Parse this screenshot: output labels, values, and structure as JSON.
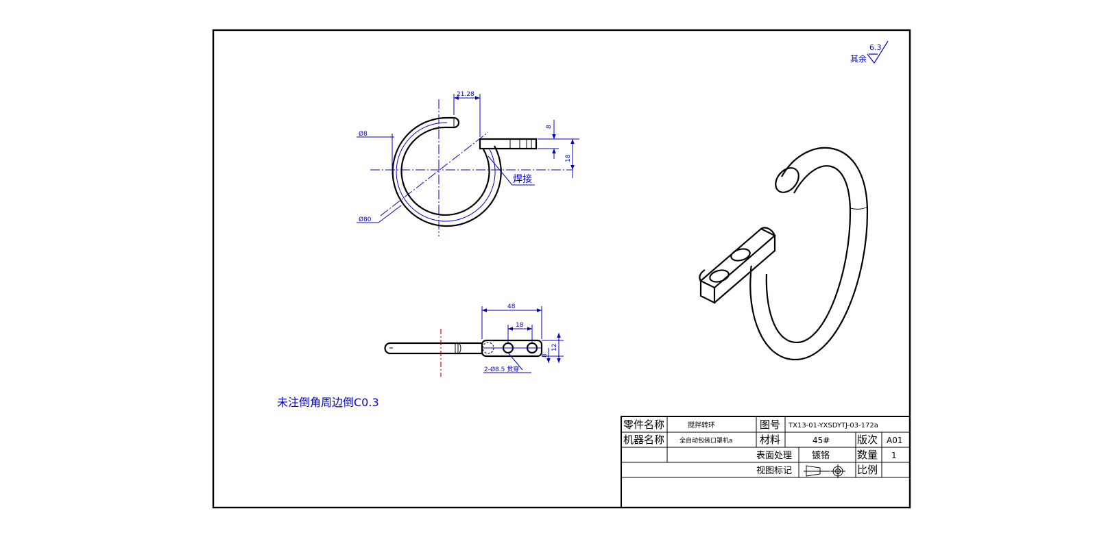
{
  "roughness": {
    "prefix": "其余",
    "value": "6.3"
  },
  "top_view": {
    "dims": {
      "offset": "21.28",
      "wire_dia": "Ø8",
      "ring_dia": "Ø80",
      "tab_thk": "8",
      "tab_h": "18"
    },
    "weld_label": "焊接"
  },
  "front_view": {
    "dims": {
      "length": "48",
      "hole_pitch": "18",
      "height": "12",
      "thickness": "8"
    },
    "hole_note": "2-Ø8.5 贯穿"
  },
  "chamfer_note": "未注倒角周边倒C0.3",
  "title_block": {
    "part_name_label": "零件名称",
    "part_name": "搅拌转环",
    "drawing_no_label": "图号",
    "drawing_no": "TX13-01-YXSDYTJ-03-172a",
    "machine_name_label": "机器名称",
    "machine_name": "全自动包装口罩机a",
    "material_label": "材料",
    "material": "45#",
    "revision_label": "版次",
    "revision": "A01",
    "surface_label": "表面处理",
    "surface": "镀铬",
    "quantity_label": "数量",
    "quantity": "1",
    "view_mark_label": "视图标记",
    "scale_label": "比例",
    "scale": ""
  }
}
